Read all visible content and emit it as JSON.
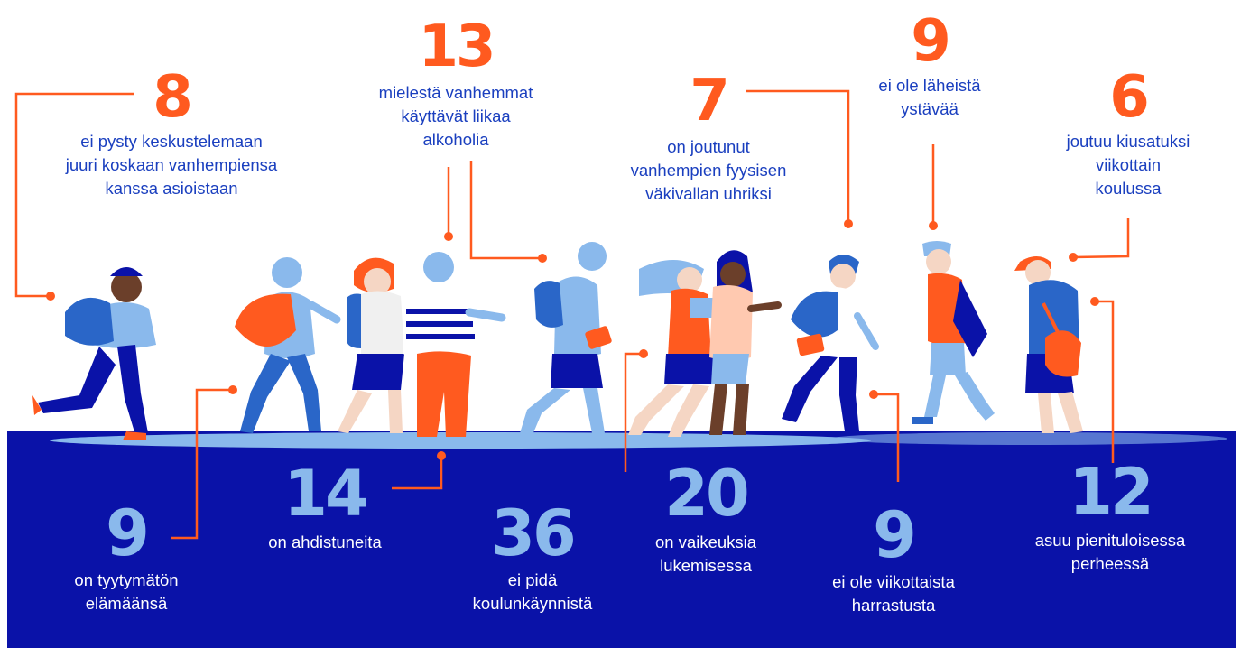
{
  "colors": {
    "accent_orange": "#ff5a1f",
    "navy": "#0a12a8",
    "light_blue": "#8ab9ec",
    "text_blue": "#1a3fbf",
    "white": "#ffffff"
  },
  "stats_top": [
    {
      "value": "8",
      "label": "ei pysty keskustelemaan\njuuri koskaan vanhempiensa\nkanssa asioistaan"
    },
    {
      "value": "13",
      "label": "mielestä vanhemmat\nkäyttävät liikaa\nalkoholia"
    },
    {
      "value": "7",
      "label": "on joutunut\nvanhempien fyysisen\nväkivallan uhriksi"
    },
    {
      "value": "9",
      "label": "ei ole läheistä\nystävää"
    },
    {
      "value": "6",
      "label": "joutuu kiusatuksi\nviikottain\nkoulussa"
    }
  ],
  "stats_bottom": [
    {
      "value": "9",
      "label": "on tyytymätön\nelämäänsä"
    },
    {
      "value": "14",
      "label": "on ahdistuneita"
    },
    {
      "value": "36",
      "label": "ei pidä\nkoulunkäynnistä"
    },
    {
      "value": "20",
      "label": "on vaikeuksia\nlukemisessa"
    },
    {
      "value": "9",
      "label": "ei ole viikottaista\nharrastusta"
    },
    {
      "value": "12",
      "label": "asuu pienituloisessa\nperheessä"
    }
  ]
}
